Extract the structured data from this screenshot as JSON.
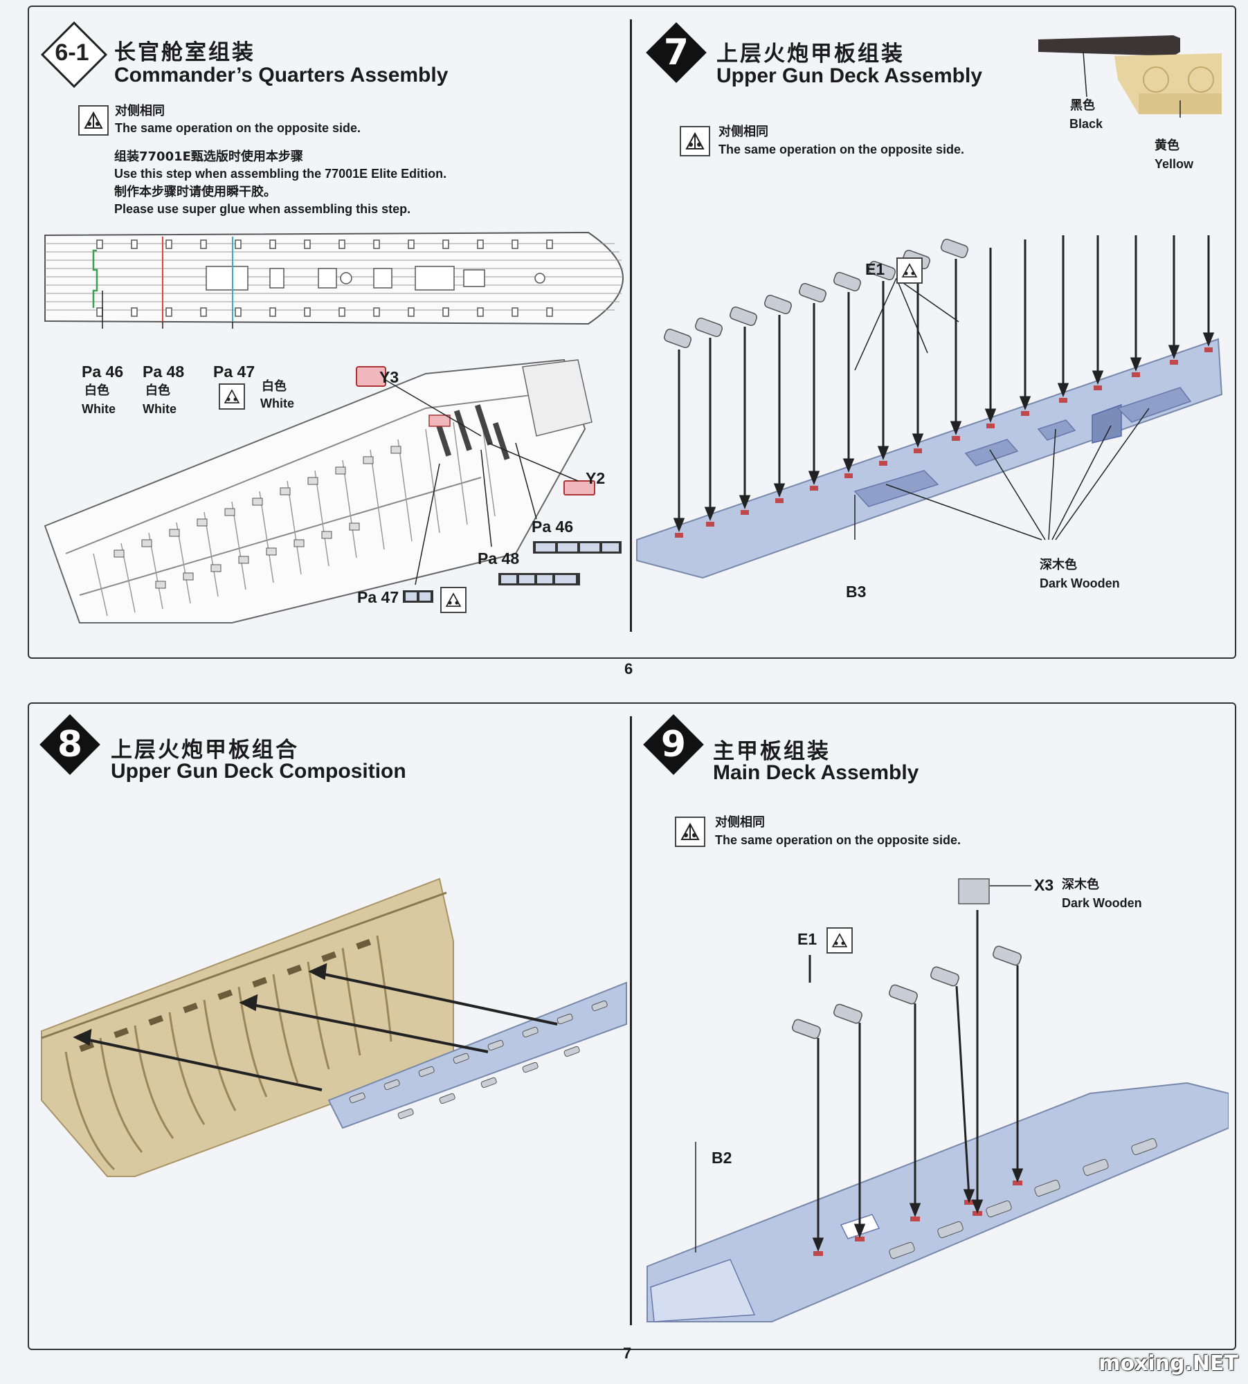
{
  "page_top": {
    "number": "6",
    "step_6_1": {
      "badge": "6-1",
      "title_cn": "长官舱室组装",
      "title_en": "Commander’s Quarters Assembly",
      "note_cn": "对侧相同",
      "note_en": "The same operation on the opposite side.",
      "instr_cn_1": "组装77001E甄选版时使用本步骤",
      "instr_en_1": "Use this step when assembling the 77001E Elite Edition.",
      "instr_cn_2": "制作本步骤时请使用瞬干胶。",
      "instr_en_2": "Please use super glue when assembling this step.",
      "labels": {
        "pa46": "Pa 46",
        "pa48": "Pa 48",
        "pa47": "Pa 47",
        "white_cn": "白色",
        "white_en": "White",
        "y3": "Y3",
        "y2": "Y2"
      }
    },
    "step_7": {
      "badge": "7",
      "title_cn": "上层火炮甲板组装",
      "title_en": "Upper Gun Deck Assembly",
      "note_cn": "对侧相同",
      "note_en": "The same operation on the opposite side.",
      "black_cn": "黑色",
      "black_en": "Black",
      "yellow_cn": "黄色",
      "yellow_en": "Yellow",
      "e1": "E1",
      "b3": "B3",
      "dark_cn": "深木色",
      "dark_en": "Dark Wooden"
    }
  },
  "page_bottom": {
    "number": "7",
    "step_8": {
      "badge": "8",
      "title_cn": "上层火炮甲板组合",
      "title_en": "Upper Gun Deck Composition"
    },
    "step_9": {
      "badge": "9",
      "title_cn": "主甲板组装",
      "title_en": "Main Deck Assembly",
      "note_cn": "对侧相同",
      "note_en": "The same operation on the opposite side.",
      "x3": "X3",
      "dark_cn": "深木色",
      "dark_en": "Dark Wooden",
      "e1": "E1",
      "b2": "B2"
    }
  },
  "watermark": "moxing.NET",
  "colors": {
    "deck_blue": "#b9c7e3",
    "hull_tan": "#d8c9a0",
    "red_line": "#e04040",
    "green_line": "#3aa050",
    "cyan_line": "#40a8c8"
  }
}
